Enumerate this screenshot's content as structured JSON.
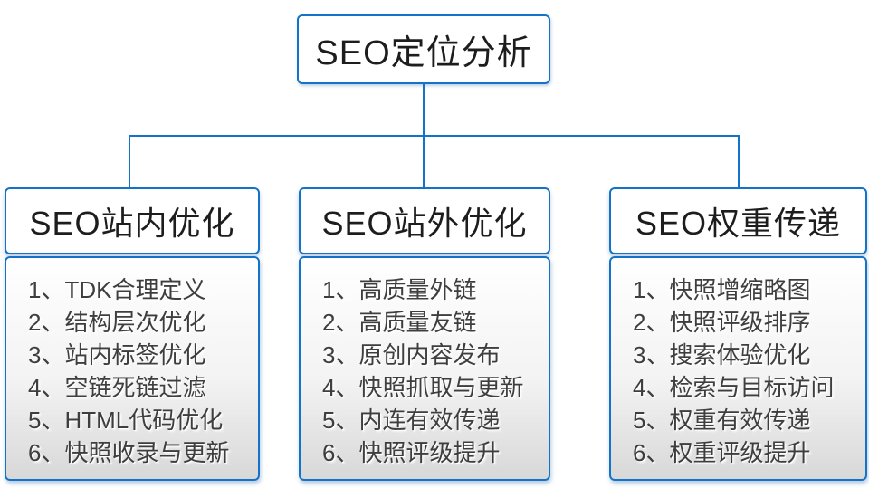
{
  "root": {
    "title": "SEO定位分析"
  },
  "branches": [
    {
      "title": "SEO站内优化",
      "items": [
        "1、TDK合理定义",
        "2、结构层次优化",
        "3、站内标签优化",
        "4、空链死链过滤",
        "5、HTML代码优化",
        "6、快照收录与更新"
      ]
    },
    {
      "title": "SEO站外优化",
      "items": [
        "1、高质量外链",
        "2、高质量友链",
        "3、原创内容发布",
        "4、快照抓取与更新",
        "5、内连有效传递",
        "6、快照评级提升"
      ]
    },
    {
      "title": "SEO权重传递",
      "items": [
        "1、快照增缩略图",
        "2、快照评级排序",
        "3、搜索体验优化",
        "4、检索与目标访问",
        "5、权重有效传递",
        "6、权重评级提升"
      ]
    }
  ],
  "colors": {
    "accent": "#1273c8",
    "title-text": "#1d1d1d",
    "item-text": "#3e3e3e",
    "body-top": "#ffffff",
    "body-bottom": "#d8d8d8"
  }
}
